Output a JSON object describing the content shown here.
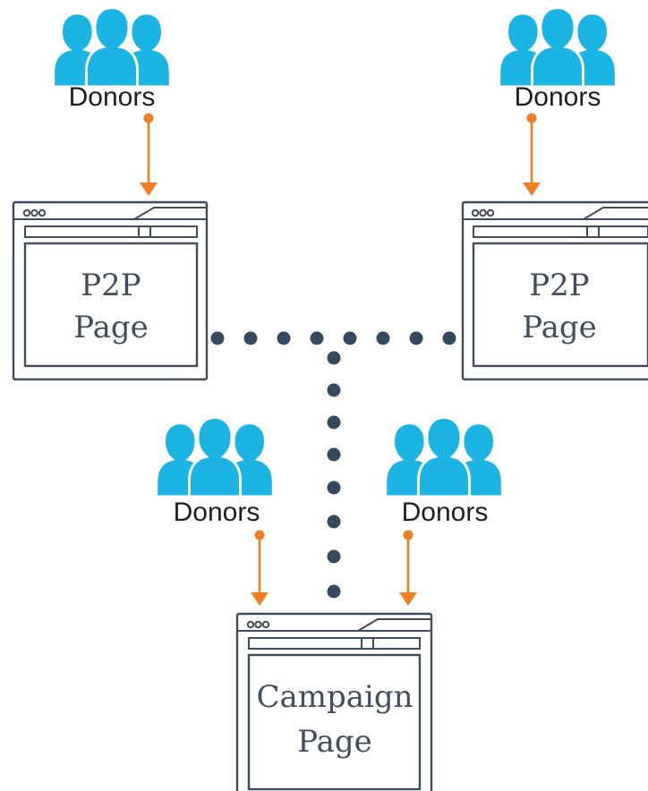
{
  "groups": {
    "top_left": {
      "label": "Donors"
    },
    "top_right": {
      "label": "Donors"
    },
    "bottom_left": {
      "label": "Donors"
    },
    "bottom_right": {
      "label": "Donors"
    }
  },
  "pages": {
    "p2p_left": {
      "line1": "P2P",
      "line2": "Page"
    },
    "p2p_right": {
      "line1": "P2P",
      "line2": "Page"
    },
    "campaign": {
      "line1": "Campaign",
      "line2": "Page"
    }
  },
  "colors": {
    "people": "#1cb4e3",
    "arrow": "#ef7d22",
    "frame": "#3f4d5e",
    "connector_dots": "#34495e"
  },
  "icons": {
    "people": "people-group-icon",
    "window_controls": "window-dots-icon"
  }
}
